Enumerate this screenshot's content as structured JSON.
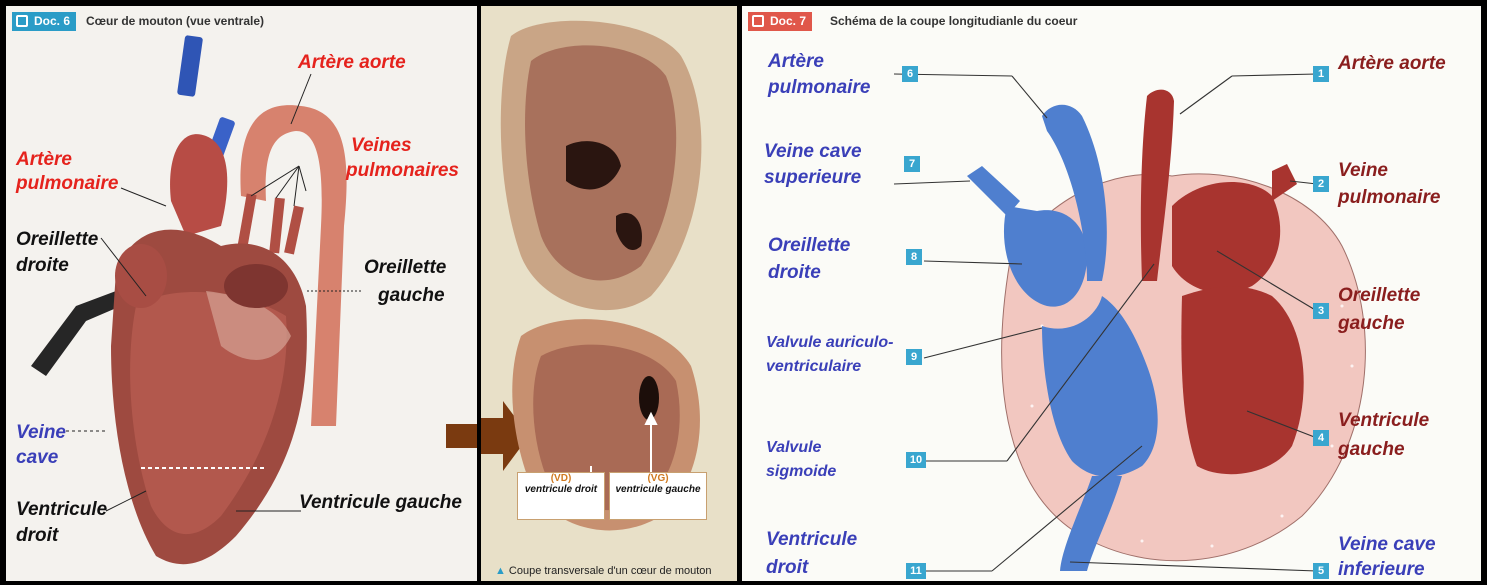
{
  "doc6": {
    "tag": "Doc. 6",
    "title": "Cœur de mouton (vue ventrale)",
    "labels": {
      "artere_aorte": "Artère aorte",
      "veines_pulmonaires_1": "Veines",
      "veines_pulmonaires_2": "pulmonaires",
      "artere_pulmonaire_1": "Artère",
      "artere_pulmonaire_2": "pulmonaire",
      "oreillette_droite_1": "Oreillette",
      "oreillette_droite_2": "droite",
      "oreillette_gauche_1": "Oreillette",
      "oreillette_gauche_2": "gauche",
      "veine_cave_1": "Veine",
      "veine_cave_2": "cave",
      "ventricule_droit_1": "Ventricule",
      "ventricule_droit_2": "droit",
      "ventricule_gauche": "Ventricule gauche"
    }
  },
  "photo": {
    "vd_abbr": "(VD)",
    "vd_label": "ventricule droit",
    "vg_abbr": "(VG)",
    "vg_label": "ventricule gauche",
    "caption": "Coupe transversale d'un cœur de mouton"
  },
  "doc7": {
    "tag": "Doc. 7",
    "title": "Schéma de la coupe longitudianle du coeur",
    "right_labels": [
      {
        "num": "1",
        "l1": "Artère aorte",
        "l2": ""
      },
      {
        "num": "2",
        "l1": "Veine",
        "l2": "pulmonaire"
      },
      {
        "num": "3",
        "l1": "Oreillette",
        "l2": "gauche"
      },
      {
        "num": "4",
        "l1": "Ventricule",
        "l2": "gauche"
      },
      {
        "num": "5",
        "l1": "Veine cave",
        "l2": "inferieure"
      }
    ],
    "left_labels": [
      {
        "num": "6",
        "l1": "Artère",
        "l2": "pulmonaire"
      },
      {
        "num": "7",
        "l1": "Veine cave",
        "l2": "superieure"
      },
      {
        "num": "8",
        "l1": "Oreillette",
        "l2": "droite"
      },
      {
        "num": "9",
        "l1": "Valvule auriculo-",
        "l2": "ventriculaire"
      },
      {
        "num": "10",
        "l1": "Valvule",
        "l2": "sigmoide"
      },
      {
        "num": "11",
        "l1": "Ventricule",
        "l2": "droit"
      }
    ]
  },
  "colors": {
    "red_label": "#e5231d",
    "blue_label": "#3a3fb8",
    "dark_red_label": "#8a1e1e",
    "oxygenated": "#a8342f",
    "deoxygenated": "#4f7fcf",
    "badge": "#39a6cf"
  }
}
